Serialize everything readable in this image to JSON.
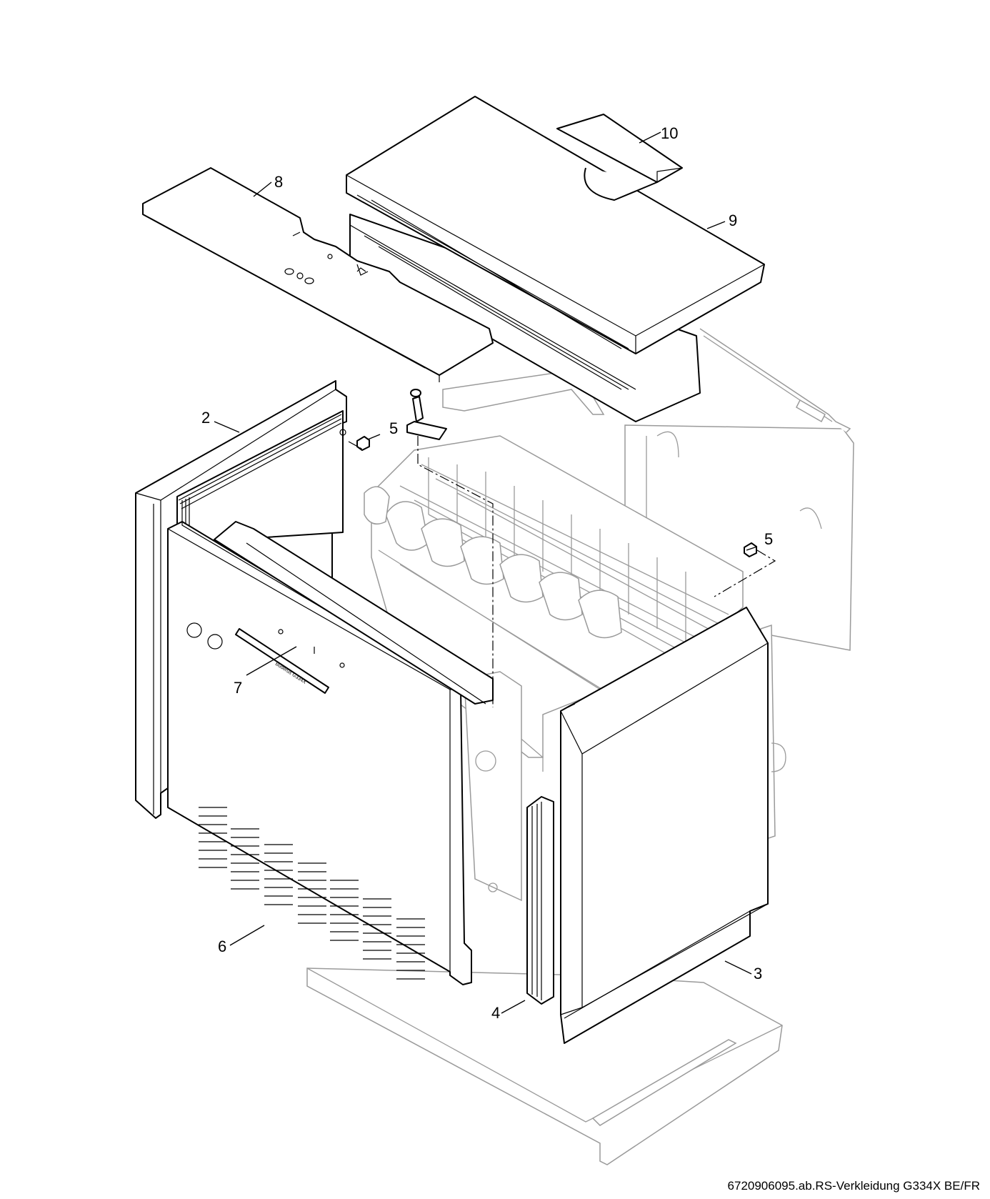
{
  "diagram": {
    "labels": {
      "l2": "2",
      "l3": "3",
      "l4": "4",
      "l5a": "5",
      "l5b": "5",
      "l6": "6",
      "l7": "7",
      "l8": "8",
      "l9": "9",
      "l10": "10"
    },
    "caption": "6720906095.ab.RS-Verkleidung G334X BE/FR"
  }
}
